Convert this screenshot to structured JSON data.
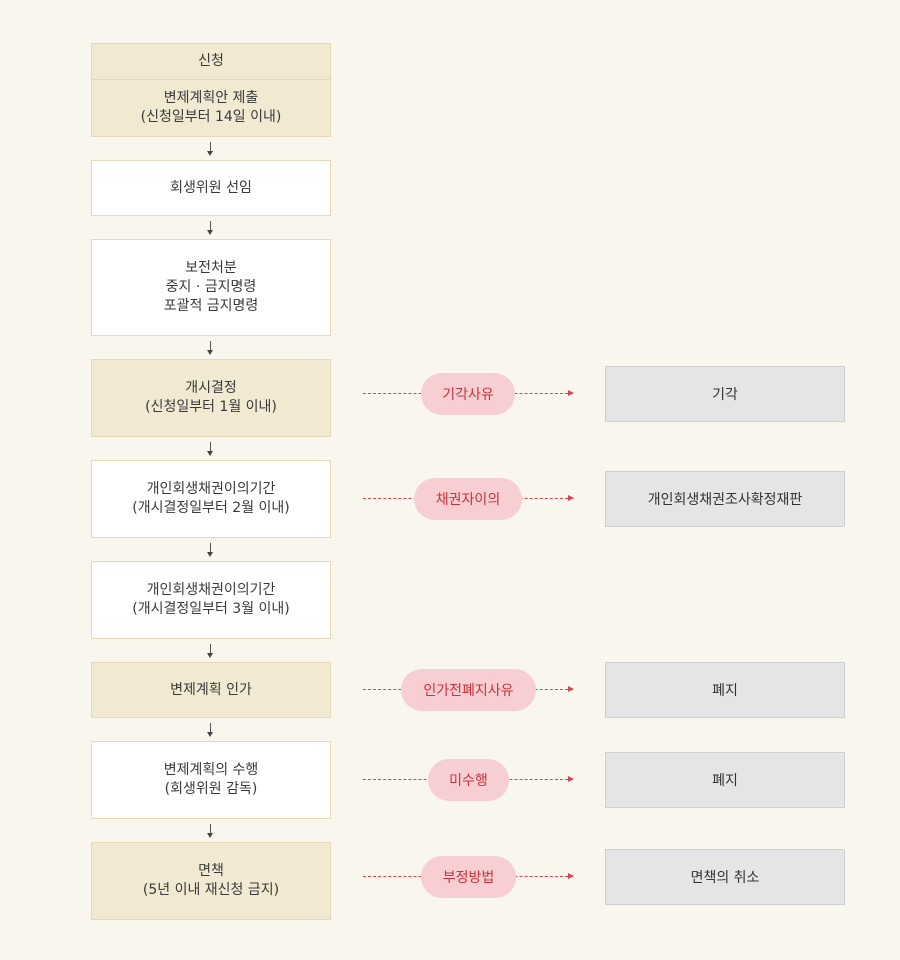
{
  "flow": {
    "step1": {
      "title": "신청",
      "lines": [
        "변제계획안 제출",
        "(신청일부터 14일 이내)"
      ]
    },
    "step2": {
      "lines": [
        "회생위원 선임"
      ]
    },
    "step3": {
      "lines": [
        "보전처분",
        "중지 · 금지명령",
        "포괄적 금지명령"
      ]
    },
    "step4": {
      "lines": [
        "개시결정",
        "(신청일부터 1월 이내)"
      ]
    },
    "step5": {
      "lines": [
        "개인회생채권이의기간",
        "(개시결정일부터 2월 이내)"
      ]
    },
    "step6": {
      "lines": [
        "개인회생채권이의기간",
        "(개시결정일부터 3월 이내)"
      ]
    },
    "step7": {
      "lines": [
        "변제계획 인가"
      ]
    },
    "step8": {
      "lines": [
        "변제계획의 수행",
        "(회생위원 감독)"
      ]
    },
    "step9": {
      "lines": [
        "면책",
        "(5년 이내 재신청 금지)"
      ]
    }
  },
  "branches": [
    {
      "reason": "기각사유",
      "result": "기각"
    },
    {
      "reason": "채권자이의",
      "result": "개인회생채권조사확정재판"
    },
    {
      "reason": "인가전폐지사유",
      "result": "폐지"
    },
    {
      "reason": "미수행",
      "result": "폐지"
    },
    {
      "reason": "부정방법",
      "result": "면책의 취소"
    }
  ],
  "colors": {
    "background": "#f9f6ee",
    "highlight_box": "#f2e9d2",
    "box_border": "#e6d9b4",
    "reason_pill": "#f7cfd3",
    "reason_text": "#c8323d",
    "result_box": "#e5e5e5"
  }
}
